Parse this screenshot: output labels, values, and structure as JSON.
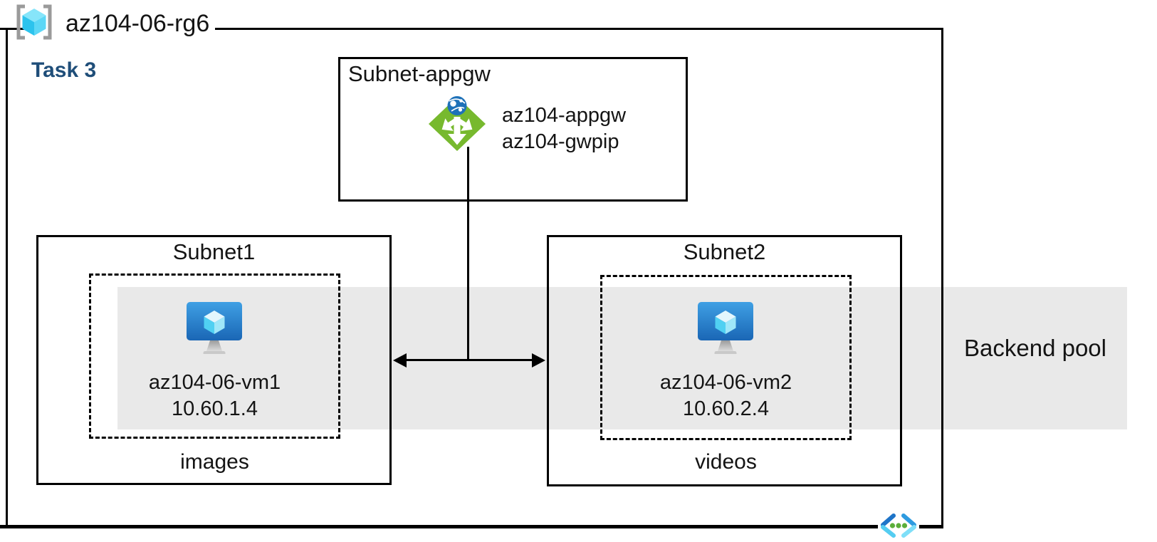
{
  "diagram": {
    "resource_group": {
      "name": "az104-06-rg6"
    },
    "task": "Task 3",
    "appgw_subnet": {
      "title": "Subnet-appgw",
      "lines": [
        "az104-appgw",
        "az104-gwpip"
      ]
    },
    "subnet1": {
      "title": "Subnet1",
      "vm_name": "az104-06-vm1",
      "vm_ip": "10.60.1.4",
      "label": "images"
    },
    "subnet2": {
      "title": "Subnet2",
      "vm_name": "az104-06-vm2",
      "vm_ip": "10.60.2.4",
      "label": "videos"
    },
    "backend_pool_label": "Backend pool",
    "colors": {
      "band_gray": "#E9E9E9",
      "task_text_blue": "#1F4E79",
      "appgw_green": "#77B92E",
      "globe_blue": "#1E71B8",
      "vm_monitor_top": "#3FA0E4",
      "vm_monitor_bottom": "#1A66B5",
      "cube_cyan": "#45CBF1",
      "vnet_chevron_blue": "#1E74C8",
      "vnet_chevron_cyan": "#55CDF1",
      "vnet_dot_green": "#5BAE3A",
      "bracket_gray": "#9A9A9A"
    }
  }
}
